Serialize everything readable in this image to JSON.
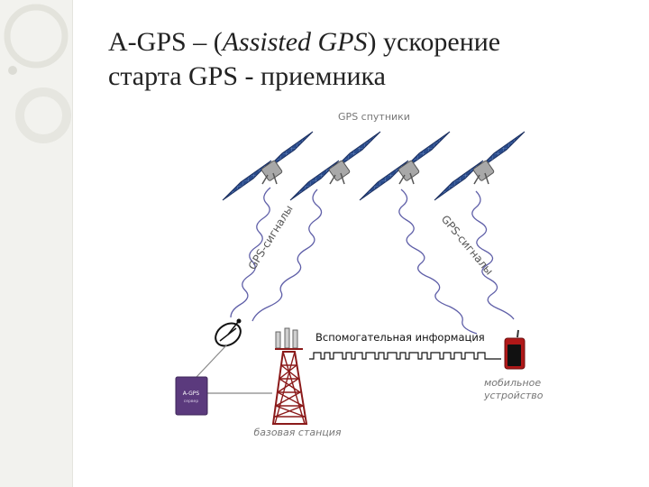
{
  "title": {
    "prefix": "A-GPS – (",
    "italic": "Assisted GPS",
    "suffix": ") ускорение",
    "line2": "старта GPS - приемника"
  },
  "diagram": {
    "satellites_label": "GPS спутники",
    "signals_left_label": "GPS-сигналы",
    "signals_right_label": "GPS-сигналы",
    "aux_info_label": "Вспомогательная информация",
    "mobile_label_line1": "мобильное",
    "mobile_label_line2": "устройство",
    "base_station_label": "базовая станция",
    "server_label_line1": "A-GPS",
    "server_label_line2": "сервер"
  },
  "colors": {
    "solar_panel": "#2a4c8c",
    "signal_wave": "#5f5fa8",
    "tower": "#8b1a1a",
    "server_box": "#5b3a7d",
    "phone": "#b01818",
    "label_gray": "#777777"
  }
}
